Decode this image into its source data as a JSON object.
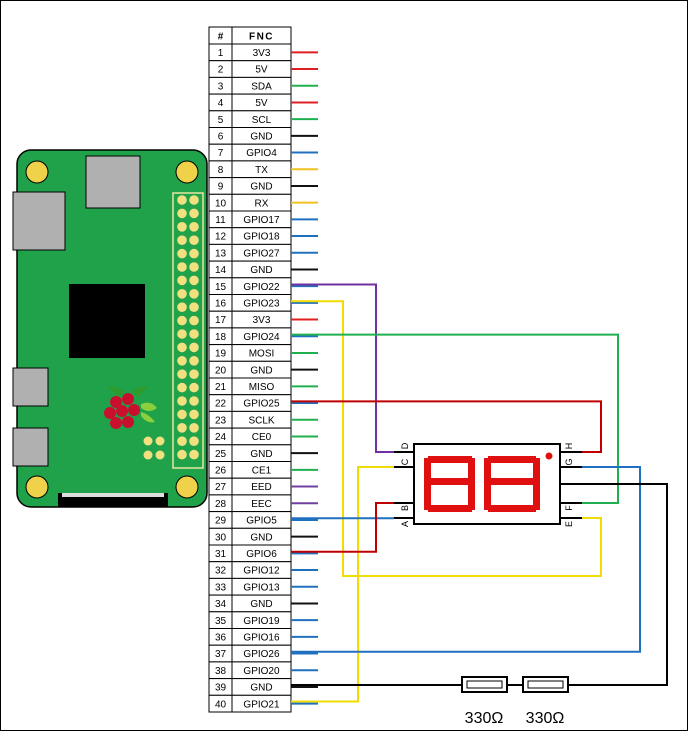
{
  "table": {
    "header_num": "#",
    "header_fnc": "FNC",
    "rows": [
      {
        "num": "1",
        "fnc": "3V3",
        "color": "#e02020"
      },
      {
        "num": "2",
        "fnc": "5V",
        "color": "#e02020"
      },
      {
        "num": "3",
        "fnc": "SDA",
        "color": "#20b050"
      },
      {
        "num": "4",
        "fnc": "5V",
        "color": "#e02020"
      },
      {
        "num": "5",
        "fnc": "SCL",
        "color": "#20b050"
      },
      {
        "num": "6",
        "fnc": "GND",
        "color": "#111111"
      },
      {
        "num": "7",
        "fnc": "GPIO4",
        "color": "#2070c0"
      },
      {
        "num": "8",
        "fnc": "TX",
        "color": "#f0c020"
      },
      {
        "num": "9",
        "fnc": "GND",
        "color": "#111111"
      },
      {
        "num": "10",
        "fnc": "RX",
        "color": "#f0c020"
      },
      {
        "num": "11",
        "fnc": "GPIO17",
        "color": "#2070c0"
      },
      {
        "num": "12",
        "fnc": "GPIO18",
        "color": "#2070c0"
      },
      {
        "num": "13",
        "fnc": "GPIO27",
        "color": "#2070c0"
      },
      {
        "num": "14",
        "fnc": "GND",
        "color": "#111111"
      },
      {
        "num": "15",
        "fnc": "GPIO22",
        "color": "#2070c0"
      },
      {
        "num": "16",
        "fnc": "GPIO23",
        "color": "#2070c0"
      },
      {
        "num": "17",
        "fnc": "3V3",
        "color": "#e02020"
      },
      {
        "num": "18",
        "fnc": "GPIO24",
        "color": "#2070c0"
      },
      {
        "num": "19",
        "fnc": "MOSI",
        "color": "#20b050"
      },
      {
        "num": "20",
        "fnc": "GND",
        "color": "#111111"
      },
      {
        "num": "21",
        "fnc": "MISO",
        "color": "#20b050"
      },
      {
        "num": "22",
        "fnc": "GPIO25",
        "color": "#2070c0"
      },
      {
        "num": "23",
        "fnc": "SCLK",
        "color": "#20b050"
      },
      {
        "num": "24",
        "fnc": "CE0",
        "color": "#20b050"
      },
      {
        "num": "25",
        "fnc": "GND",
        "color": "#111111"
      },
      {
        "num": "26",
        "fnc": "CE1",
        "color": "#20b050"
      },
      {
        "num": "27",
        "fnc": "EED",
        "color": "#7040a0"
      },
      {
        "num": "28",
        "fnc": "EEC",
        "color": "#7040a0"
      },
      {
        "num": "29",
        "fnc": "GPIO5",
        "color": "#2070c0"
      },
      {
        "num": "30",
        "fnc": "GND",
        "color": "#111111"
      },
      {
        "num": "31",
        "fnc": "GPIO6",
        "color": "#2070c0"
      },
      {
        "num": "32",
        "fnc": "GPIO12",
        "color": "#2070c0"
      },
      {
        "num": "33",
        "fnc": "GPIO13",
        "color": "#2070c0"
      },
      {
        "num": "34",
        "fnc": "GND",
        "color": "#111111"
      },
      {
        "num": "35",
        "fnc": "GPIO19",
        "color": "#2070c0"
      },
      {
        "num": "36",
        "fnc": "GPIO16",
        "color": "#2070c0"
      },
      {
        "num": "37",
        "fnc": "GPIO26",
        "color": "#2070c0"
      },
      {
        "num": "38",
        "fnc": "GPIO20",
        "color": "#2070c0"
      },
      {
        "num": "39",
        "fnc": "GND",
        "color": "#111111"
      },
      {
        "num": "40",
        "fnc": "GPIO21",
        "color": "#2070c0"
      }
    ]
  },
  "display": {
    "pins_left_top": [
      "D",
      "C"
    ],
    "pins_left_bottom": [
      "B",
      "A"
    ],
    "pins_right_top": [
      "H",
      "G"
    ],
    "pins_right_bottom": [
      "F",
      "E"
    ],
    "segment_color": "#e01010"
  },
  "resistors": [
    {
      "label": "330Ω"
    },
    {
      "label": "330Ω"
    }
  ],
  "colors": {
    "red": "#c00000",
    "purple": "#7030a0",
    "yellow": "#f5e000",
    "green": "#20b050",
    "blue": "#2070c0",
    "black": "#000000",
    "board_green": "#1fa24a"
  },
  "board": {
    "icon": "raspberry-pi-logo"
  }
}
